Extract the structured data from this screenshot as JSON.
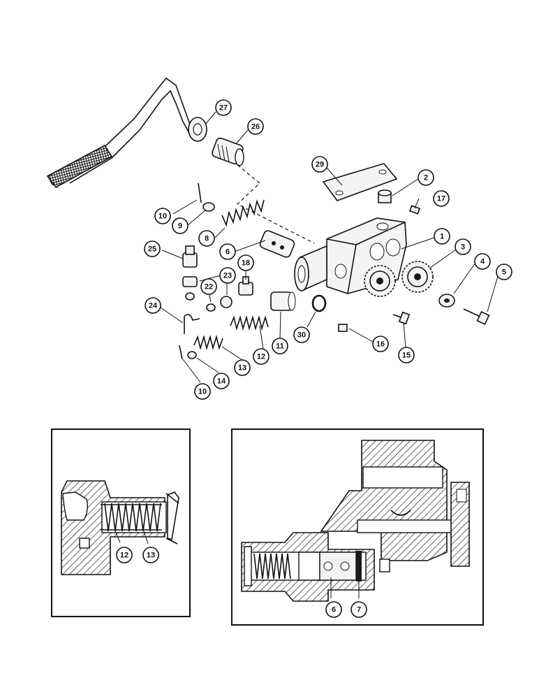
{
  "figure": {
    "callouts_exploded": [
      {
        "id": "c27",
        "label": "27"
      },
      {
        "id": "c26",
        "label": "26"
      },
      {
        "id": "c29",
        "label": "29"
      },
      {
        "id": "c2",
        "label": "2"
      },
      {
        "id": "c17",
        "label": "17"
      },
      {
        "id": "c10a",
        "label": "10"
      },
      {
        "id": "c9",
        "label": "9"
      },
      {
        "id": "c8",
        "label": "8"
      },
      {
        "id": "c1",
        "label": "1"
      },
      {
        "id": "c25",
        "label": "25"
      },
      {
        "id": "c6a",
        "label": "6"
      },
      {
        "id": "c3",
        "label": "3"
      },
      {
        "id": "c4",
        "label": "4"
      },
      {
        "id": "c5",
        "label": "5"
      },
      {
        "id": "c18",
        "label": "18"
      },
      {
        "id": "c23",
        "label": "23"
      },
      {
        "id": "c22",
        "label": "22"
      },
      {
        "id": "c24",
        "label": "24"
      },
      {
        "id": "c30",
        "label": "30"
      },
      {
        "id": "c16",
        "label": "16"
      },
      {
        "id": "c11",
        "label": "11"
      },
      {
        "id": "c12a",
        "label": "12"
      },
      {
        "id": "c13a",
        "label": "13"
      },
      {
        "id": "c14",
        "label": "14"
      },
      {
        "id": "c10b",
        "label": "10"
      },
      {
        "id": "c15",
        "label": "15"
      }
    ],
    "callouts_left_section": [
      {
        "id": "c12b",
        "label": "12"
      },
      {
        "id": "c13b",
        "label": "13"
      }
    ],
    "callouts_right_section": [
      {
        "id": "c6b",
        "label": "6"
      },
      {
        "id": "c7",
        "label": "7"
      }
    ]
  }
}
